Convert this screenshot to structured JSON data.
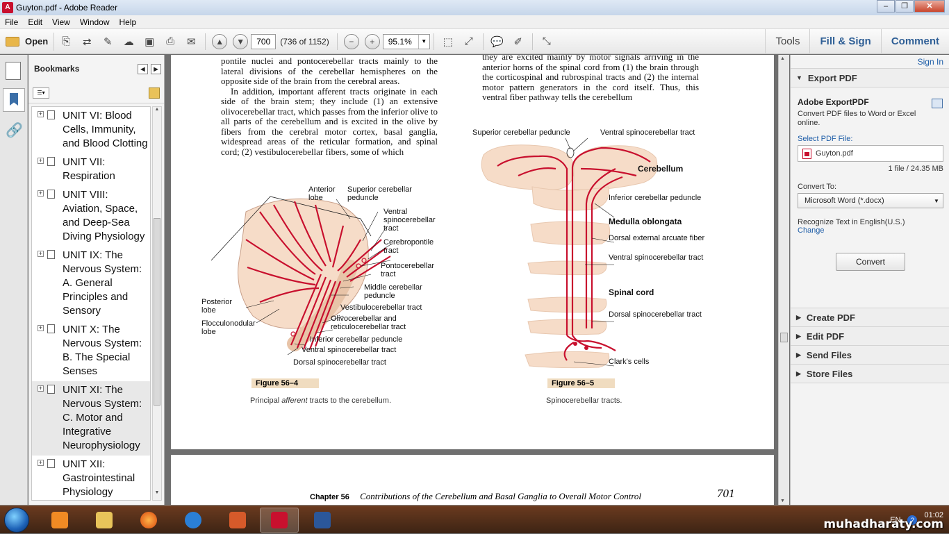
{
  "window": {
    "title": "Guyton.pdf - Adobe Reader"
  },
  "menu": [
    "File",
    "Edit",
    "View",
    "Window",
    "Help"
  ],
  "toolbar": {
    "open_label": "Open",
    "page_value": "700",
    "page_count": "(736 of 1152)",
    "zoom_value": "95.1%",
    "tools_label": "Tools",
    "fill_sign_label": "Fill & Sign",
    "comment_label": "Comment"
  },
  "bookmarks": {
    "title": "Bookmarks",
    "items": [
      {
        "label": "UNIT VI: Blood Cells, Immunity, and Blood Clotting"
      },
      {
        "label": "UNIT VII: Respiration"
      },
      {
        "label": "UNIT VIII: Aviation, Space, and Deep-Sea Diving Physiology"
      },
      {
        "label": "UNIT IX: The Nervous System: A. General Principles and Sensory"
      },
      {
        "label": "UNIT X: The Nervous System: B. The Special Senses"
      },
      {
        "label": "UNIT XI: The Nervous System: C. Motor and Integrative Neurophysiology"
      },
      {
        "label": "UNIT XII: Gastrointestinal Physiology"
      }
    ]
  },
  "document": {
    "left_text": [
      "pontile nuclei and pontocerebellar tracts mainly to the lateral divisions of the cerebellar hemispheres on the opposite side of the brain from the cerebral areas.",
      "In addition, important afferent tracts originate in each side of the brain stem; they include (1) an extensive olivocerebellar tract, which passes from the inferior olive to all parts of the cerebellum and is excited in the olive by fibers from the cerebral motor cortex, basal ganglia, widespread areas of the reticular formation, and spinal cord; (2) vestibulocerebellar fibers, some of which"
    ],
    "right_text": "they are excited mainly by motor signals arriving in the anterior horns of the spinal cord from (1) the brain through the corticospinal and rubrospinal tracts and (2) the internal motor pattern generators in the cord itself. Thus, this ventral fiber pathway tells the cerebellum",
    "fig1": {
      "label": "Figure 56–4",
      "caption_pre": "Principal ",
      "caption_em": "afferent",
      "caption_post": " tracts to the cerebellum.",
      "labels": {
        "anterior": "Anterior\nlobe",
        "sup_ped": "Superior cerebellar\npeduncle",
        "ventral": "Ventral\nspinocerebellar\ntract",
        "cerebropontile": "Cerebropontile\ntract",
        "pontocerebellar": "Pontocerebellar\ntract",
        "middle": "Middle cerebellar\npeduncle",
        "vestibulo": "Vestibulocerebellar tract",
        "olivo": "Olivocerebellar and\nreticulocerebellar tract",
        "inferior": "Inferior cerebellar peduncle",
        "ventral2": "Ventral spinocerebellar tract",
        "dorsal": "Dorsal spinocerebellar tract",
        "posterior": "Posterior\nlobe",
        "floccu": "Flocculonodular\nlobe"
      }
    },
    "fig2": {
      "label": "Figure 56–5",
      "caption": "Spinocerebellar tracts.",
      "labels": {
        "sup_ped": "Superior cerebellar peduncle",
        "ventral_top": "Ventral spinocerebellar tract",
        "cerebellum": "Cerebellum",
        "inf_ped": "Inferior cerebellar peduncle",
        "medulla": "Medulla oblongata",
        "dorsal_ext": "Dorsal external arcuate fiber",
        "ventral_mid": "Ventral spinocerebellar tract",
        "spinal": "Spinal cord",
        "dorsal_sp": "Dorsal spinocerebellar tract",
        "clarks": "Clark's cells"
      }
    },
    "footer": {
      "chapter": "Chapter 56",
      "text": "Contributions of the Cerebellum and Basal Ganglia to Overall Motor Control",
      "page_number": "701"
    }
  },
  "taskpane": {
    "signin": "Sign In",
    "export_title": "Export PDF",
    "export_heading": "Adobe ExportPDF",
    "export_desc": "Convert PDF files to Word or Excel online.",
    "select_label": "Select PDF File:",
    "file_name": "Guyton.pdf",
    "file_info": "1 file / 24.35 MB",
    "convert_to_label": "Convert To:",
    "convert_option": "Microsoft Word (*.docx)",
    "recognize_text": "Recognize Text in English(U.S.)",
    "change_link": "Change",
    "convert_button": "Convert",
    "sections": [
      "Create PDF",
      "Edit PDF",
      "Send Files",
      "Store Files"
    ]
  },
  "taskbar": {
    "language": "EN",
    "time": "01:02",
    "watermark": "muhadharaty.com"
  },
  "colors": {
    "accent": "#2f5f96",
    "tract_red": "#c8102e",
    "tissue": "#f6dcc8"
  }
}
